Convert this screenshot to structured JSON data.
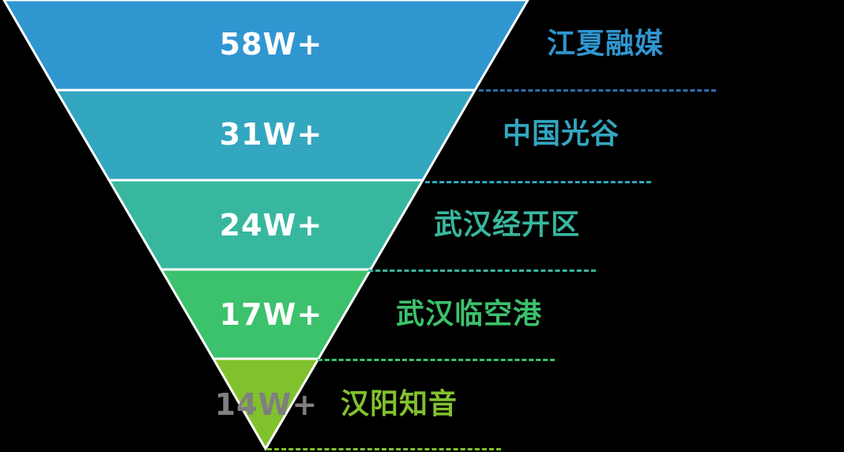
{
  "funnel": {
    "levels": [
      {
        "value": "58W+",
        "label": "江夏融媒",
        "color": "#3096d0",
        "label_color": "#3096d0",
        "value_color": "#ffffff",
        "dash_color": "#2d6fb0"
      },
      {
        "value": "31W+",
        "label": "中国光谷",
        "color": "#33a6c0",
        "label_color": "#33a6c0",
        "value_color": "#ffffff",
        "dash_color": "#33a6c0"
      },
      {
        "value": "24W+",
        "label": "武汉经开区",
        "color": "#38b79f",
        "label_color": "#38b79f",
        "value_color": "#ffffff",
        "dash_color": "#38b79f"
      },
      {
        "value": "17W+",
        "label": "武汉临空港",
        "color": "#3cc16c",
        "label_color": "#3cc16c",
        "value_color": "#ffffff",
        "dash_color": "#3cc16c"
      },
      {
        "value": "14W+",
        "label": "汉阳知音",
        "color": "#82c12e",
        "label_color": "#82c12e",
        "value_color": "#7f7f7f",
        "dash_color": "#82c12e"
      }
    ]
  },
  "chart_data": {
    "type": "funnel",
    "categories": [
      "江夏融媒",
      "中国光谷",
      "武汉经开区",
      "武汉临空港",
      "汉阳知音"
    ],
    "values": [
      "58W+",
      "31W+",
      "24W+",
      "17W+",
      "14W+"
    ],
    "numeric_values": [
      580000,
      310000,
      240000,
      170000,
      140000
    ],
    "title": ""
  }
}
